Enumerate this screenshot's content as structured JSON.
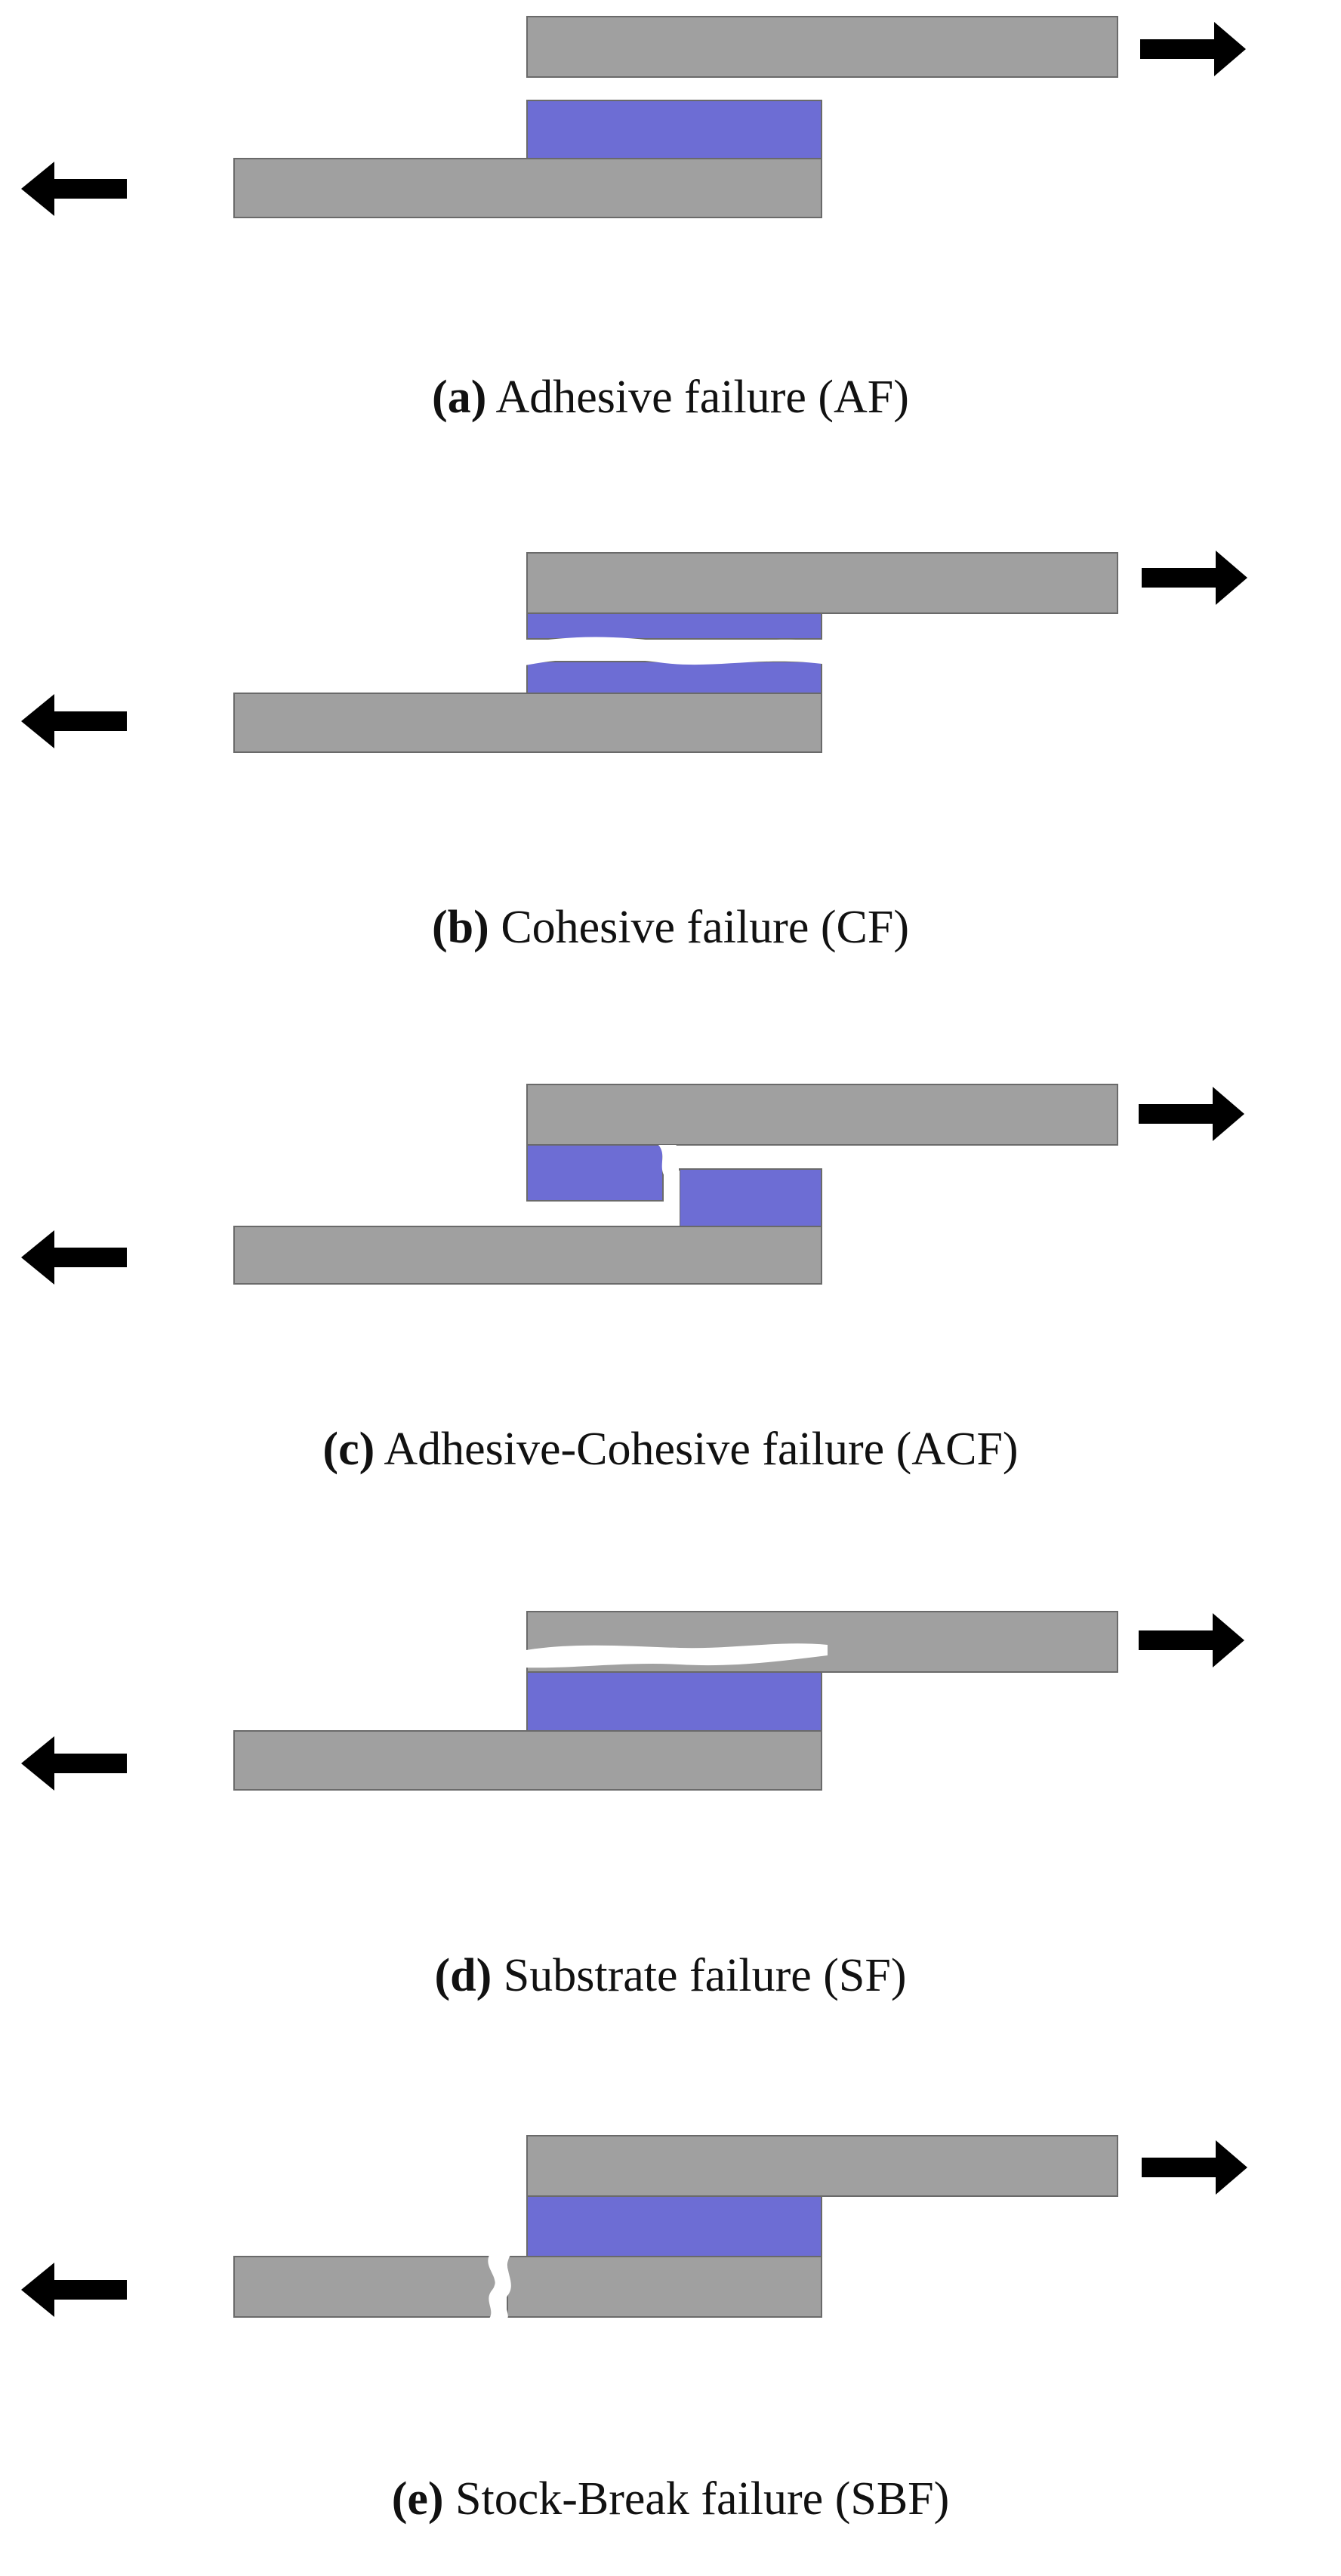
{
  "colors": {
    "substrate": "#a0a0a0",
    "adhesive": "#6d6dd4",
    "arrow": "#000000",
    "outline": "#6a6a6a",
    "crack": "#ffffff"
  },
  "panels": [
    {
      "id": "a",
      "letter": "(a)",
      "name": "Adhesive  failure (AF)",
      "failure": "adhesive"
    },
    {
      "id": "b",
      "letter": "(b)",
      "name": "Cohesive failure (CF)",
      "failure": "cohesive"
    },
    {
      "id": "c",
      "letter": "(c)",
      "name": "Adhesive-Cohesive  failure (ACF)",
      "failure": "adhesive-cohesive"
    },
    {
      "id": "d",
      "letter": "(d)",
      "name": "Substrate failure (SF)",
      "failure": "substrate"
    },
    {
      "id": "e",
      "letter": "(e)",
      "name": "Stock-Break  failure (SBF)",
      "failure": "stock-break"
    }
  ]
}
